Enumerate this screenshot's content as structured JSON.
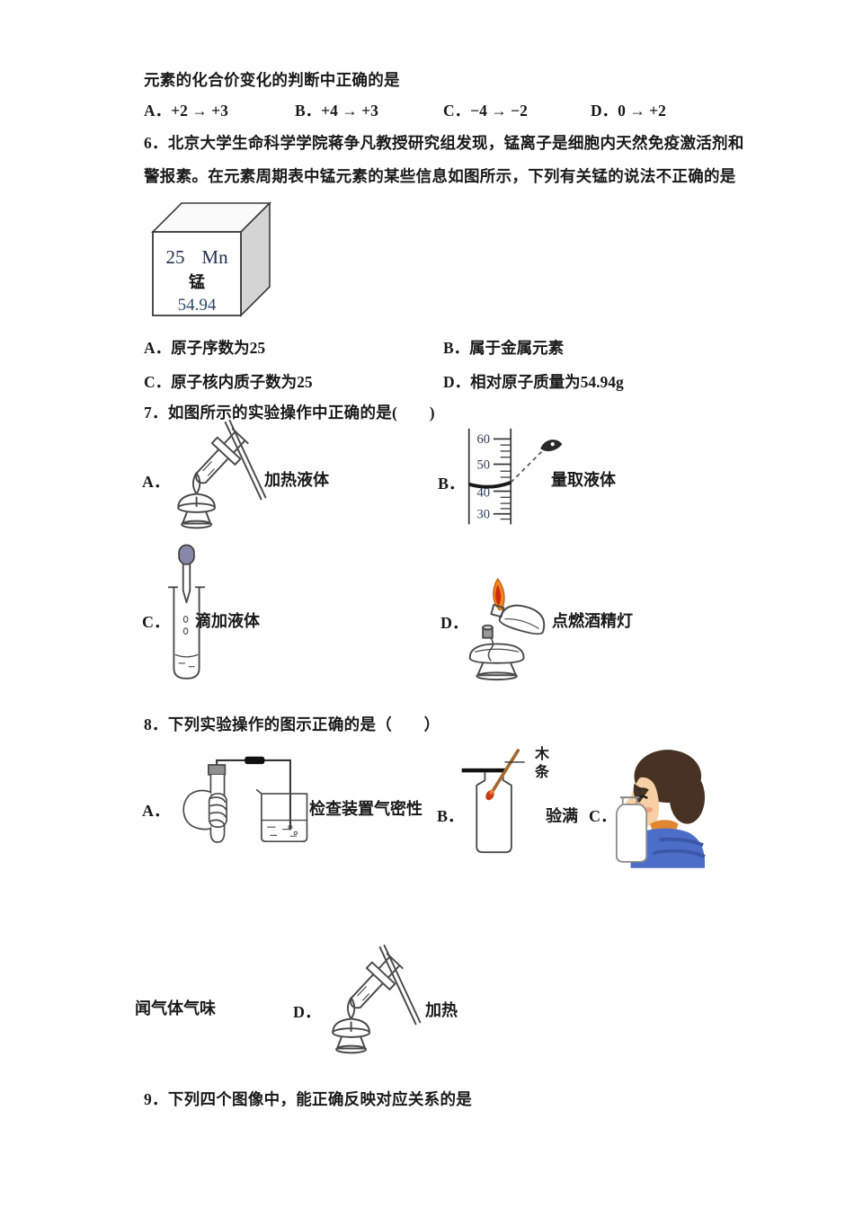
{
  "q5": {
    "stem_tail": "元素的化合价变化的判断中正确的是",
    "options": [
      {
        "label": "A．+2 → +3"
      },
      {
        "label": "B．+4 → +3"
      },
      {
        "label": "C．−4 → −2"
      },
      {
        "label": "D．0 → +2"
      }
    ]
  },
  "q6": {
    "stem_line1": "6．北京大学生命科学学院蒋争凡教授研究组发现，锰离子是细胞内天然免疫激活剂和",
    "stem_line2": "警报素。在元素周期表中锰元素的某些信息如图所示，下列有关锰的说法不正确的是",
    "element_box": {
      "atomic_number": "25",
      "symbol": "Mn",
      "name": "锰",
      "mass": "54.94"
    },
    "options": [
      {
        "label": "A．原子序数为25"
      },
      {
        "label": "B．属于金属元素"
      },
      {
        "label": "C．原子核内质子数为25"
      },
      {
        "label": "D．相对原子质量为54.94g"
      }
    ]
  },
  "q7": {
    "stem": "7．如图所示的实验操作中正确的是(　　)",
    "options": [
      {
        "letter": "A．",
        "caption": "加热液体"
      },
      {
        "letter": "B．",
        "caption": "量取液体"
      },
      {
        "letter": "C．",
        "caption": "滴加液体"
      },
      {
        "letter": "D．",
        "caption": "点燃酒精灯"
      }
    ],
    "cylinder_ticks": [
      "60",
      "50",
      "40",
      "30"
    ]
  },
  "q8": {
    "stem": "8．下列实验操作的图示正确的是（　　）",
    "options": [
      {
        "letter": "A．",
        "caption": "检查装置气密性"
      },
      {
        "letter": "B．",
        "caption": "验满"
      },
      {
        "letter": "C．",
        "caption": "闻气体气味"
      },
      {
        "letter": "D．",
        "caption": "加热"
      }
    ],
    "wood_strip_label": "木条"
  },
  "q9": {
    "stem": "9．下列四个图像中，能正确反映对应关系的是"
  },
  "colors": {
    "ink": "#1a1a1a",
    "sketch_line": "#4a4a4a",
    "element_number_text": "#2c4a66",
    "flame_orange": "#f1881c",
    "flame_red": "#d02c0c",
    "splint_brown": "#a3692e",
    "ember_red": "#c63d10",
    "dropper_bulb": "#8787aa",
    "boy_hair": "#473223",
    "boy_skin": "#f6cfa4",
    "boy_collar": "#e08530",
    "boy_sweater": "#4c6ec9"
  }
}
